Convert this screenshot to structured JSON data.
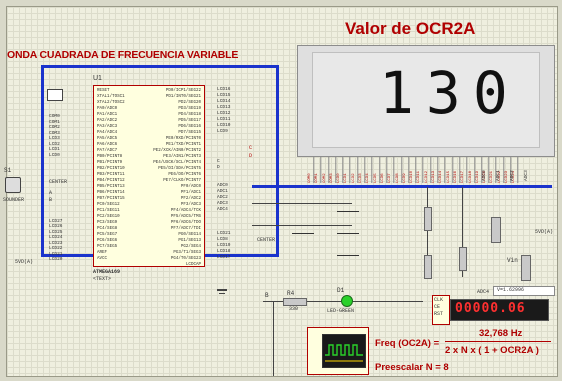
{
  "title_main": "Valor de OCR2A",
  "title_wave": "ONDA CUADRADA DE FRECUENCIA VARIABLE",
  "lcd_value": "130",
  "mcu": {
    "ref": "U1",
    "part": "ATMEGA169",
    "left_pins": [
      "RESET",
      "XTAL1/TOSC1",
      "XTAL2/TOSC2",
      "PA0/ADC0",
      "PA1/ADC1",
      "PA2/ADC2",
      "PA3/ADC3",
      "PA4/ADC4",
      "PA5/ADC5",
      "PA6/ADC6",
      "PA7/ADC7",
      "PB0/PCINT8",
      "PB1/PCINT9",
      "PB2/PCINT10",
      "PB3/PCINT11",
      "PB4/PCINT12",
      "PB5/PCINT13",
      "PB6/PCINT14",
      "PB7/PCINT15",
      "PC0/SEG12",
      "PC1/SEG11",
      "PC2/SEG10",
      "PC3/SEG9",
      "PC4/SEG8",
      "PC5/SEG7",
      "PC6/SEG6",
      "PC7/SEG5",
      "AREF",
      "AVCC"
    ],
    "right_pins": [
      "PD0/ICP1/SEG22",
      "PD1/INT0/SEG21",
      "PD2/SEG20",
      "PD3/SEG19",
      "PD4/SEG18",
      "PD5/SEG17",
      "PD6/SEG16",
      "PD7/SEG15",
      "PE0/RXD/PCINT0",
      "PE1/TXD/PCINT1",
      "PE2/XCK/AIN0/PCINT2",
      "PE3/AIN1/PCINT3",
      "PE4/USCK/SCL/PCINT4",
      "PE5/DI/SDA/PCINT5",
      "PE6/DO/PCINT6",
      "PE7/CLKO/PCINT7",
      "PF0/ADC0",
      "PF1/ADC1",
      "PF2/ADC2",
      "PF3/ADC3",
      "PF4/ADC4/TCK",
      "PF5/ADC5/TMS",
      "PF6/ADC6/TDO",
      "PF7/ADC7/TDI",
      "PG0/SEG14",
      "PG1/SEG13",
      "PG2/SEG4",
      "PG3/T1/SEG3",
      "PG4/T0/SEG23",
      "LCDCAP"
    ],
    "left_nets": [
      "COM0",
      "COM1",
      "COM2",
      "COM3",
      "LCD3",
      "LCD2",
      "LCD1",
      "LCD0",
      "",
      "",
      "",
      "",
      "",
      "",
      "",
      "",
      "",
      "",
      "",
      "LCD27",
      "LCD26",
      "LCD25",
      "LCD24",
      "LCD23",
      "LCD22",
      "LCD21",
      "LCD20"
    ],
    "right_nets": [
      "LCD16",
      "LCD15",
      "LCD14",
      "LCD13",
      "LCD12",
      "LCD11",
      "LCD10",
      "LCD9",
      "",
      "",
      "",
      "",
      "C",
      "D",
      "",
      "",
      "ADC0",
      "ADC1",
      "ADC2",
      "ADC3",
      "ADC4",
      "",
      "",
      "",
      "LCD21",
      "LCD8",
      "LCD19",
      "LCD18",
      "LCD17"
    ]
  },
  "labels": {
    "s1": "S1",
    "sounder": "SOUNDER",
    "center1": "CENTER",
    "center2": "CENTER",
    "a_in": "A",
    "b_in": "B",
    "c_sig": "C",
    "d_sig": "D",
    "r4": "R4",
    "r4_val": "330",
    "d1": "D1",
    "d1_part": "LED-GREEN",
    "vin": "Vin",
    "vin_pin": "5VD(A)",
    "adc4_val": "V=1.62996",
    "adc4": "ADC4",
    "b_node": "B",
    "text": "<TEXT>",
    "clk": "CLK",
    "ce": "CE",
    "rst": "RST"
  },
  "lcd_pins": [
    "COM0",
    "COM1",
    "COM2",
    "COM3",
    "LCD0",
    "LCD1",
    "LCD2",
    "LCD3",
    "LCD4",
    "LCD5",
    "LCD6",
    "LCD7",
    "LCD8",
    "LCD9",
    "LCD10",
    "LCD11",
    "LCD12",
    "LCD13",
    "LCD14",
    "LCD15",
    "LCD16",
    "LCD17",
    "LCD18",
    "LCD19",
    "LCD20",
    "LCD21",
    "LCD22",
    "LCD23",
    "LCD24"
  ],
  "adc_labels": [
    "ADC0",
    "ADC1",
    "ADC2",
    "ADC3"
  ],
  "counter_value": "00000.06",
  "formula": {
    "lhs": "Freq (OC2A) =",
    "numerator": "32,768 Hz",
    "denominator": "2  x  N  x  ( 1 + OCR2A )",
    "prescaler": "Preescalar N = 8"
  },
  "colors": {
    "title_red": "#b00000",
    "wire_blue": "#1a33cc",
    "counter_red": "#ff3030",
    "scope_green": "#2ad12a"
  }
}
